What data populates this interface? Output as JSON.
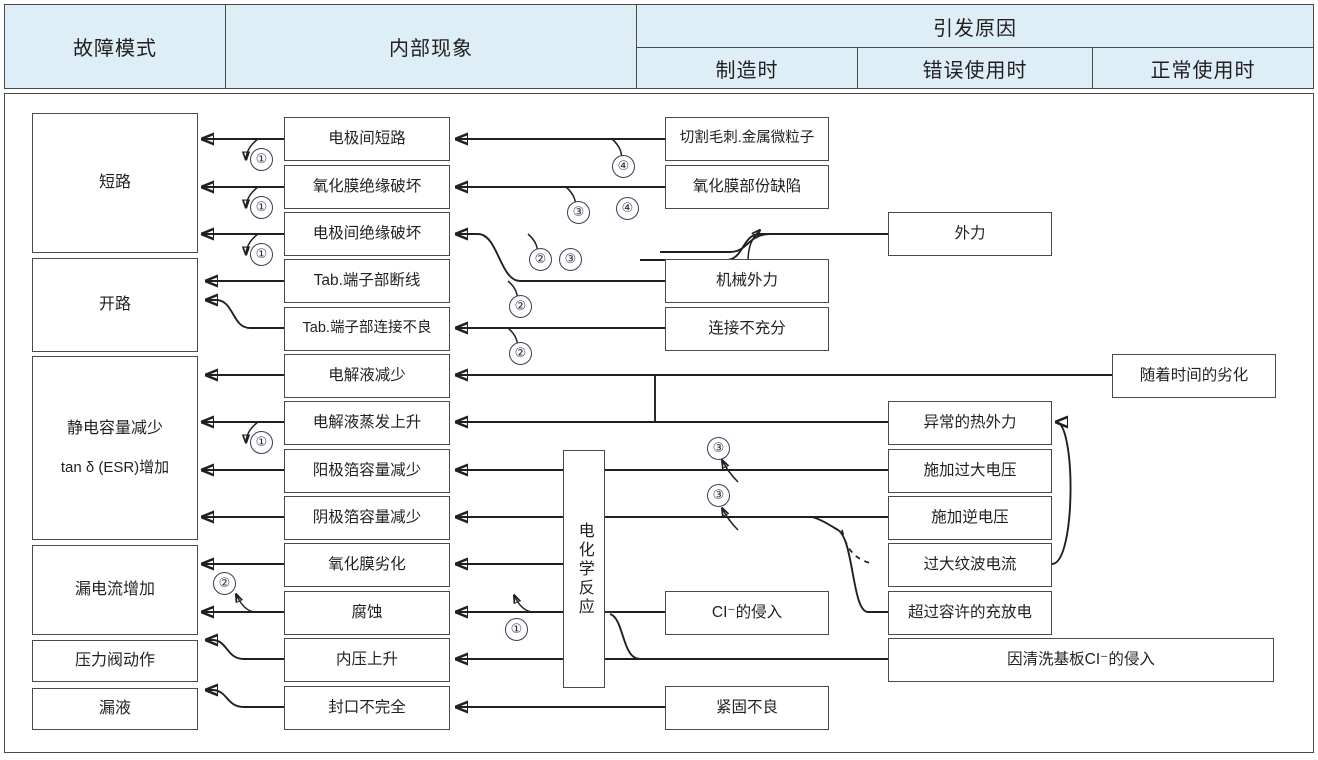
{
  "header": {
    "col_failure_mode": "故障模式",
    "col_internal": "内部现象",
    "col_cause_group": "引发原因",
    "col_manufacture": "制造时",
    "col_misuse": "错误使用时",
    "col_normal": "正常使用时"
  },
  "failure_modes": [
    {
      "label": "短路"
    },
    {
      "label": "开路"
    },
    {
      "label": "静电容量减少",
      "sub": "tan δ (ESR)增加"
    },
    {
      "label": "漏电流增加"
    },
    {
      "label": "压力阀动作"
    },
    {
      "label": "漏液"
    }
  ],
  "internal": [
    {
      "label": "电极间短路"
    },
    {
      "label": "氧化膜绝缘破坏"
    },
    {
      "label": "电极间绝缘破坏"
    },
    {
      "label": "Tab.端子部断线"
    },
    {
      "label": "Tab.端子部连接不良"
    },
    {
      "label": "电解液减少"
    },
    {
      "label": "电解液蒸发上升"
    },
    {
      "label": "阳极箔容量减少"
    },
    {
      "label": "阴极箔容量减少"
    },
    {
      "label": "氧化膜劣化"
    },
    {
      "label": "腐蚀"
    },
    {
      "label": "内压上升"
    },
    {
      "label": "封口不完全"
    }
  ],
  "electro_chem": {
    "label": "电化学反应"
  },
  "causes_manufacture": [
    {
      "label": "切割毛刺.金属微粒子"
    },
    {
      "label": "氧化膜部份缺陷"
    },
    {
      "label": "机械外力"
    },
    {
      "label": "连接不充分"
    },
    {
      "label": "CI⁻的侵入"
    }
  ],
  "causes_misuse": [
    {
      "label": "外力"
    },
    {
      "label": "异常的热外力"
    },
    {
      "label": "施加过大电压"
    },
    {
      "label": "施加逆电压"
    },
    {
      "label": "过大纹波电流"
    },
    {
      "label": "超过容许的充放电"
    },
    {
      "label": "因清洗基板CI⁻的侵入"
    },
    {
      "label": "紧固不良"
    }
  ],
  "causes_normal": [
    {
      "label": "随着时间的劣化"
    }
  ],
  "markers": [
    {
      "n": "①"
    },
    {
      "n": "①"
    },
    {
      "n": "①"
    },
    {
      "n": "①"
    },
    {
      "n": "①"
    },
    {
      "n": "②"
    },
    {
      "n": "②"
    },
    {
      "n": "②"
    },
    {
      "n": "②"
    },
    {
      "n": "③"
    },
    {
      "n": "③"
    },
    {
      "n": "③"
    },
    {
      "n": "③"
    },
    {
      "n": "④"
    },
    {
      "n": "④"
    }
  ],
  "colors": {
    "header_fill": "#ddeef7",
    "line": "#231f20",
    "border": "#4a4a4a",
    "marker": "#2b2b45"
  }
}
